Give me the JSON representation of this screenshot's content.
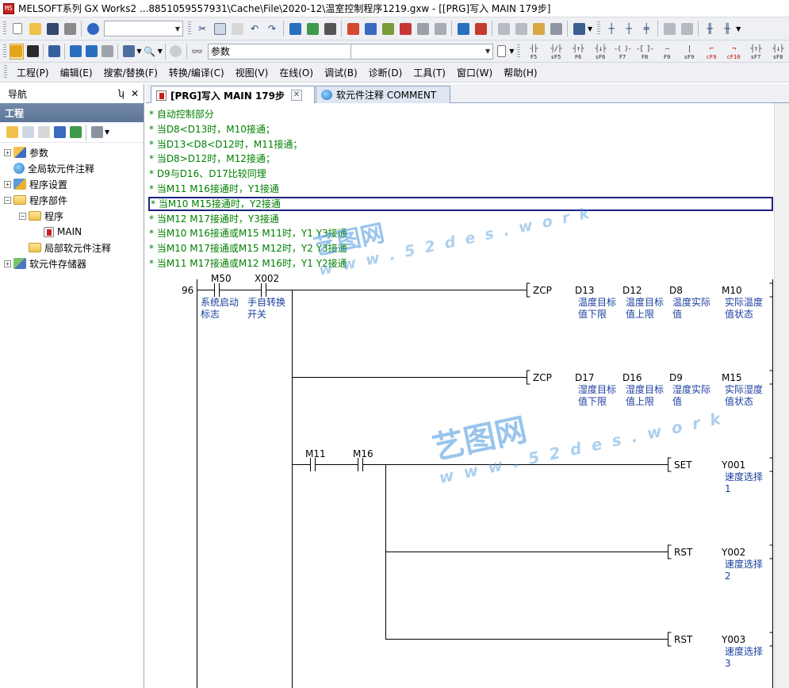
{
  "window": {
    "title": "MELSOFT系列 GX Works2 ...8851059557931\\Cache\\File\\2020-12\\温室控制程序1219.gxw - [[PRG]写入 MAIN 179步]",
    "app_icon_text": "MS"
  },
  "toolbar2": {
    "search_combo_value": "参数"
  },
  "fkeys": [
    {
      "sym": "┤├",
      "label": "F5",
      "red": false
    },
    {
      "sym": "┤/├",
      "label": "sF5",
      "red": false
    },
    {
      "sym": "┤↑├",
      "label": "F6",
      "red": false
    },
    {
      "sym": "┤↓├",
      "label": "sF6",
      "red": false
    },
    {
      "sym": "-( )-",
      "label": "F7",
      "red": false
    },
    {
      "sym": "-[ ]-",
      "label": "F8",
      "red": false
    },
    {
      "sym": "—",
      "label": "F9",
      "red": false
    },
    {
      "sym": "|",
      "label": "sF9",
      "red": false
    },
    {
      "sym": "⌐",
      "label": "cF9",
      "red": true
    },
    {
      "sym": "¬",
      "label": "cF10",
      "red": true
    },
    {
      "sym": "┤↑├",
      "label": "sF7",
      "red": false
    },
    {
      "sym": "┤↓├",
      "label": "sF8",
      "red": false
    }
  ],
  "menu": [
    "工程(P)",
    "编辑(E)",
    "搜索/替换(F)",
    "转换/编译(C)",
    "视图(V)",
    "在线(O)",
    "调试(B)",
    "诊断(D)",
    "工具(T)",
    "窗口(W)",
    "帮助(H)"
  ],
  "nav": {
    "title": "导航",
    "pin": "ᴾ",
    "close": "✕",
    "section": "工程",
    "tree": [
      {
        "label": "参数",
        "indent": 0,
        "exp": "+",
        "icon": "param"
      },
      {
        "label": "全局软元件注释",
        "indent": 0,
        "exp": "",
        "icon": "glob"
      },
      {
        "label": "程序设置",
        "indent": 0,
        "exp": "+",
        "icon": "prog"
      },
      {
        "label": "程序部件",
        "indent": 0,
        "exp": "−",
        "icon": "folder"
      },
      {
        "label": "程序",
        "indent": 1,
        "exp": "−",
        "icon": "folder"
      },
      {
        "label": "MAIN",
        "indent": 2,
        "exp": "",
        "icon": "main"
      },
      {
        "label": "局部软元件注释",
        "indent": 1,
        "exp": "",
        "icon": "folder"
      },
      {
        "label": "软元件存储器",
        "indent": 0,
        "exp": "+",
        "icon": "dev"
      }
    ]
  },
  "tabs": [
    {
      "label": "[PRG]写入 MAIN 179步",
      "active": true
    },
    {
      "label": "软元件注释 COMMENT",
      "active": false
    }
  ],
  "comments": [
    "* 自动控制部分",
    "* 当D8<D13时，M10接通；",
    "* 当D13<D8<D12时，M11接通；",
    "* 当D8>D12时，M12接通；",
    "* D9与D16、D17比较同理",
    "* 当M11 M16接通时，Y1接通",
    "* 当M10 M15接通时，Y2接通",
    "* 当M12 M17接通时，Y3接通",
    "* 当M10 M16接通或M15 M11时，Y1 Y3接通",
    "* 当M10 M17接通或M15 M12时，Y2 Y3接通",
    "* 当M11 M17接通或M12 M16时，Y1 Y2接通"
  ],
  "selected_comment_index": 6,
  "ladder": {
    "step": "96",
    "contacts": [
      {
        "device": "M50",
        "comment1": "系统启动",
        "comment2": "标志"
      },
      {
        "device": "X002",
        "comment1": "手自转换",
        "comment2": "开关"
      },
      {
        "device": "M11",
        "comment1": "",
        "comment2": ""
      },
      {
        "device": "M16",
        "comment1": "",
        "comment2": ""
      }
    ],
    "instructions": [
      {
        "op": "ZCP",
        "ops": [
          "D13",
          "D12",
          "D8",
          "M10"
        ],
        "c1": [
          "温度目标",
          "温度目标",
          "温度实际",
          "实际温度"
        ],
        "c2": [
          "值下限",
          "值上限",
          "值",
          "值状态"
        ]
      },
      {
        "op": "ZCP",
        "ops": [
          "D17",
          "D16",
          "D9",
          "M15"
        ],
        "c1": [
          "湿度目标",
          "湿度目标",
          "湿度实际",
          "实际湿度"
        ],
        "c2": [
          "值下限",
          "值上限",
          "值",
          "值状态"
        ]
      },
      {
        "op": "SET",
        "ops": [
          "Y001"
        ],
        "c1": [
          "速度选择"
        ],
        "c2": [
          "1"
        ]
      },
      {
        "op": "RST",
        "ops": [
          "Y002"
        ],
        "c1": [
          "速度选择"
        ],
        "c2": [
          "2"
        ]
      },
      {
        "op": "RST",
        "ops": [
          "Y003"
        ],
        "c1": [
          "速度选择"
        ],
        "c2": [
          "3"
        ]
      }
    ]
  },
  "watermark": {
    "text": "艺图网",
    "url": "w w w . 5 2 d e s . w o r k"
  }
}
